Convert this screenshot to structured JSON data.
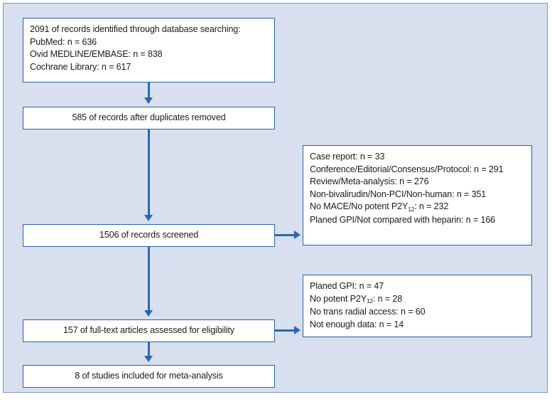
{
  "figure": {
    "type": "prisma-flow-diagram",
    "colors": {
      "background": "#d8dfef",
      "frame_border": "#7a94c4",
      "box_fill": "#ffffff",
      "box_border": "#2b5fa5",
      "arrow": "#2d66ad",
      "text": "#1c1c1c"
    }
  },
  "identification": {
    "header": "2091 of records identified through database searching:",
    "sources": [
      "PubMed: n = 636",
      "Ovid MEDLINE/EMBASE: n = 838",
      "Cochrane Library: n = 617"
    ]
  },
  "duplicates": {
    "label": "585 of records after duplicates removed"
  },
  "screening": {
    "label": "1506 of records screened"
  },
  "eligibility": {
    "label": "157 of full-text articles assessed for eligibility"
  },
  "included": {
    "label": "8 of studies included for meta-analysis"
  },
  "excluded_screening": {
    "items": [
      {
        "pre": "Case report: n = 33",
        "sub": "",
        "post": ""
      },
      {
        "pre": "Conference/Editorial/Consensus/Protocol: n = 291",
        "sub": "",
        "post": ""
      },
      {
        "pre": "Review/Meta-analysis: n = 276",
        "sub": "",
        "post": ""
      },
      {
        "pre": "Non-bivalirudin/Non-PCI/Non-human: n = 351",
        "sub": "",
        "post": ""
      },
      {
        "pre": "No MACE/No potent P2Y",
        "sub": "12",
        "post": ": n = 232"
      },
      {
        "pre": "Planed GPI/Not compared with heparin: n = 166",
        "sub": "",
        "post": ""
      }
    ]
  },
  "excluded_fulltext": {
    "items": [
      {
        "pre": "Planed GPI: n = 47",
        "sub": "",
        "post": ""
      },
      {
        "pre": "No potent P2Y",
        "sub": "12",
        "post": ": n = 28"
      },
      {
        "pre": "No trans radial access: n = 60",
        "sub": "",
        "post": ""
      },
      {
        "pre": "Not enough data: n = 14",
        "sub": "",
        "post": ""
      }
    ]
  }
}
